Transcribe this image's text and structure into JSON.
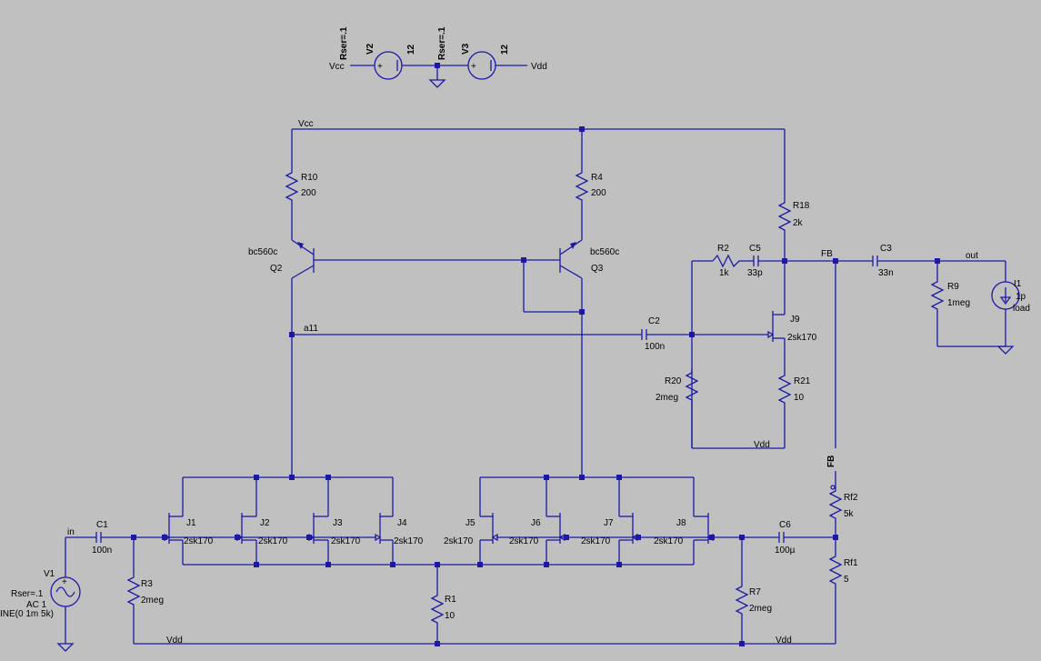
{
  "supplies": {
    "v2": {
      "name": "V2",
      "value": "12",
      "rser": "Rser=.1"
    },
    "v3": {
      "name": "V3",
      "value": "12",
      "rser": "Rser=.1"
    },
    "vcc": "Vcc",
    "vdd": "Vdd"
  },
  "nets": {
    "vcc": "Vcc",
    "vdd": "Vdd",
    "a11": "a11",
    "fb": "FB",
    "out": "out",
    "in": "in"
  },
  "transistors": {
    "q2": {
      "name": "Q2",
      "model": "bc560c"
    },
    "q3": {
      "name": "Q3",
      "model": "bc560c"
    },
    "j1": {
      "name": "J1",
      "model": "2sk170"
    },
    "j2": {
      "name": "J2",
      "model": "2sk170"
    },
    "j3": {
      "name": "J3",
      "model": "2sk170"
    },
    "j4": {
      "name": "J4",
      "model": "2sk170"
    },
    "j5": {
      "name": "J5",
      "model": "2sk170"
    },
    "j6": {
      "name": "J6",
      "model": "2sk170"
    },
    "j7": {
      "name": "J7",
      "model": "2sk170"
    },
    "j8": {
      "name": "J8",
      "model": "2sk170"
    },
    "j9": {
      "name": "J9",
      "model": "2sk170"
    }
  },
  "resistors": {
    "r10": {
      "name": "R10",
      "value": "200"
    },
    "r4": {
      "name": "R4",
      "value": "200"
    },
    "r18": {
      "name": "R18",
      "value": "2k"
    },
    "r2": {
      "name": "R2",
      "value": "1k"
    },
    "r9": {
      "name": "R9",
      "value": "1meg"
    },
    "r20": {
      "name": "R20",
      "value": "2meg"
    },
    "r21": {
      "name": "R21",
      "value": "10"
    },
    "r3": {
      "name": "R3",
      "value": "2meg"
    },
    "r1": {
      "name": "R1",
      "value": "10"
    },
    "r7": {
      "name": "R7",
      "value": "2meg"
    },
    "rf2": {
      "name": "Rf2",
      "value": "5k"
    },
    "rf1": {
      "name": "Rf1",
      "value": "5"
    }
  },
  "capacitors": {
    "c5": {
      "name": "C5",
      "value": "33p"
    },
    "c3": {
      "name": "C3",
      "value": "33n"
    },
    "c2": {
      "name": "C2",
      "value": "100n"
    },
    "c1": {
      "name": "C1",
      "value": "100n"
    },
    "c6": {
      "name": "C6",
      "value": "100µ"
    }
  },
  "sources": {
    "i1": {
      "name": "I1",
      "value": "1p",
      "extra": "load"
    },
    "v1": {
      "name": "V1",
      "rser": "Rser=.1",
      "ac": "AC 1",
      "sine": "INE(0 1m 5k)"
    }
  }
}
